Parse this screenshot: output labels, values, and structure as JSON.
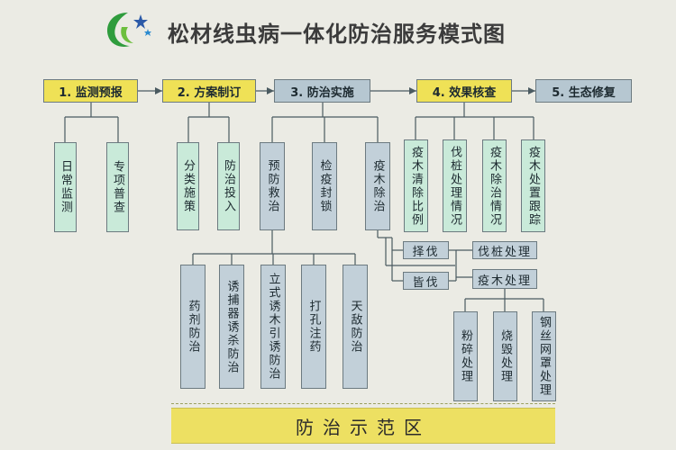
{
  "title": "松材线虫病一体化防治服务模式图",
  "stages": [
    "1. 监测预报",
    "2. 方案制订",
    "3. 防治实施",
    "4. 效果核查",
    "5. 生态修复"
  ],
  "monitor": [
    "日常监测",
    "专项普查"
  ],
  "plan": [
    "分类施策",
    "防治投入"
  ],
  "implement": [
    "预防救治",
    "检疫封锁",
    "疫木除治"
  ],
  "check": [
    "疫木清除比例",
    "伐桩处理情况",
    "疫木除治情况",
    "疫木处置跟踪"
  ],
  "prevent": [
    "药剂防治",
    "诱捕器诱杀防治",
    "立式诱木引诱防治",
    "打孔注药",
    "天敌防治"
  ],
  "cutting": [
    "择伐",
    "皆伐"
  ],
  "handling": [
    "伐桩处理",
    "疫木处理"
  ],
  "disposal": [
    "粉碎处理",
    "烧毁处理",
    "钢丝网罩处理"
  ],
  "banner": "防治示范区"
}
